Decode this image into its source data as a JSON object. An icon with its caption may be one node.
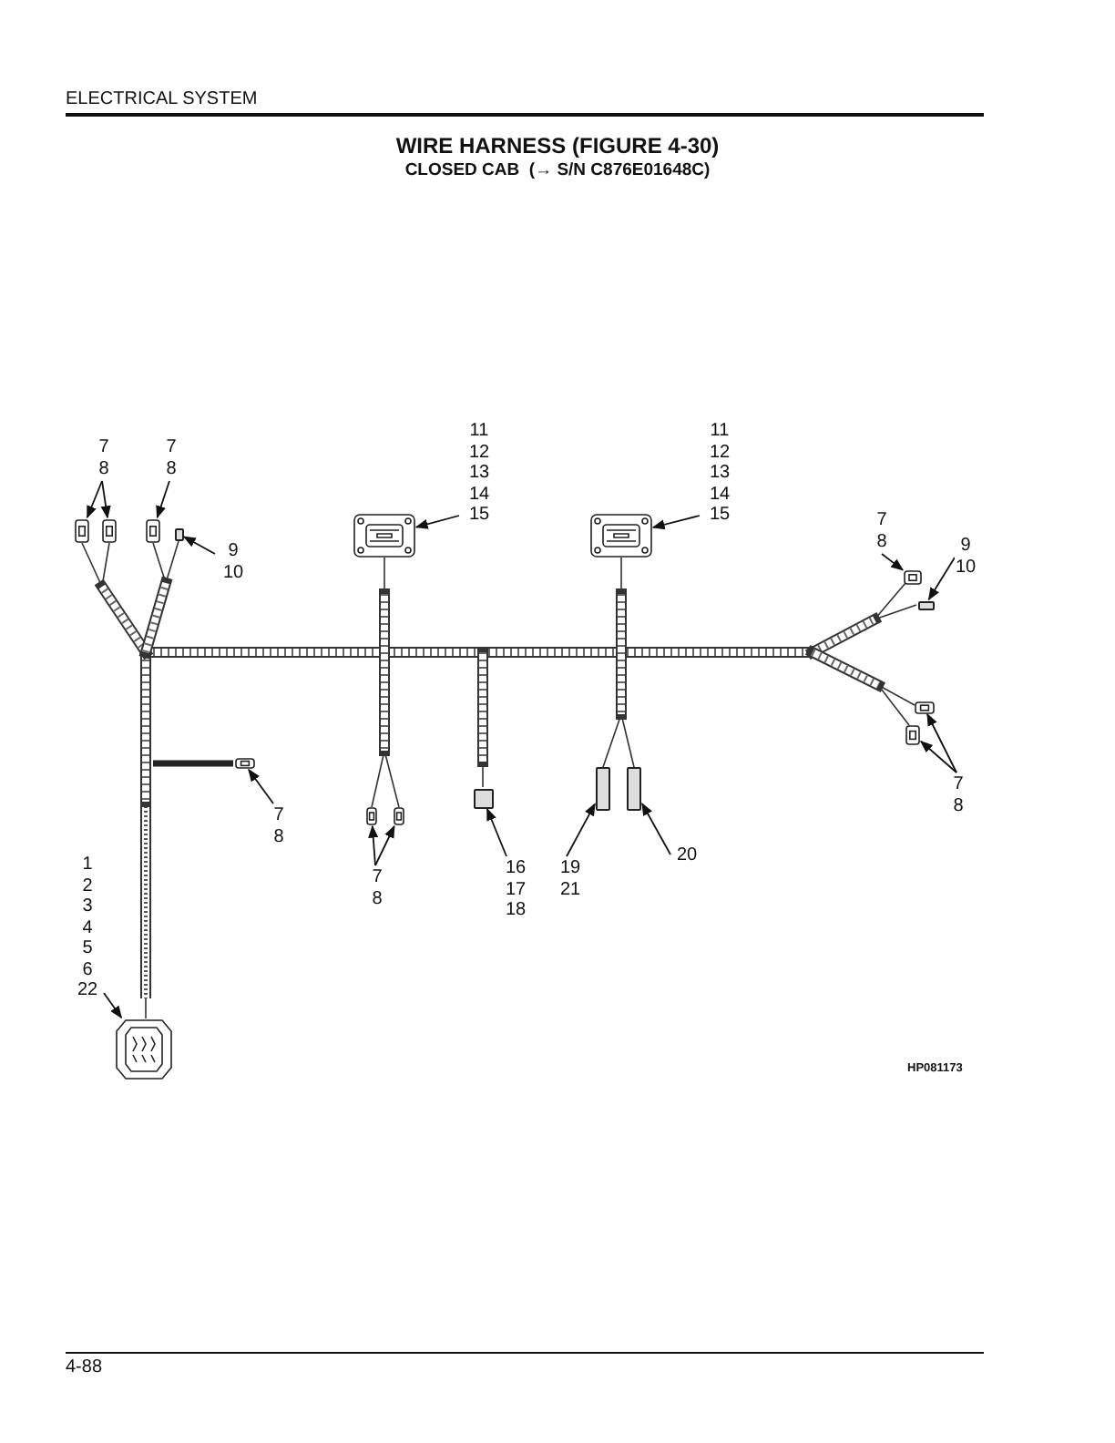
{
  "diagram": {
    "title": "WIRE HARNESS (FIGURE 4-30)",
    "nodes": [
      {
        "text": [
          "7",
          "8"
        ]
      },
      {
        "text": [
          "7",
          "8"
        ]
      },
      {
        "text": [
          "9",
          "10"
        ]
      },
      {
        "text": [
          "11",
          "12",
          "13",
          "14",
          "15"
        ]
      },
      {
        "text": [
          "11",
          "12",
          "13",
          "14",
          "15"
        ]
      },
      {
        "text": [
          "7",
          "8"
        ]
      },
      {
        "text": [
          "9",
          "10"
        ]
      },
      {
        "text": [
          "7",
          "8"
        ]
      },
      {
        "text": [
          "7",
          "8"
        ]
      },
      {
        "text": [
          "7",
          "8"
        ]
      },
      {
        "text": [
          "16",
          "17",
          "18"
        ]
      },
      {
        "text": [
          "19",
          "21"
        ]
      },
      {
        "text": [
          "20"
        ]
      },
      {
        "text": [
          "1",
          "2",
          "3",
          "4",
          "5",
          "6",
          "22"
        ]
      },
      {
        "text": [],
        "shape": "picture"
      },
      {
        "text": [],
        "shape": "picture"
      },
      {
        "text": [],
        "shape": "picture"
      },
      {
        "text": [],
        "shape": "box"
      },
      {
        "text": [],
        "shape": "picture"
      },
      {
        "text": [],
        "shape": "picture"
      },
      {
        "text": [],
        "shape": "picture"
      },
      {
        "text": [],
        "shape": "box"
      },
      {
        "text": [],
        "shape": "picture"
      },
      {
        "text": [],
        "shape": "picture"
      },
      {
        "text": [],
        "shape": "picture"
      },
      {
        "text": [],
        "shape": "picture"
      },
      {
        "text": [],
        "shape": "picture"
      },
      {
        "text": [],
        "shape": "box"
      },
      {
        "text": [],
        "shape": "box"
      },
      {
        "text": [],
        "shape": "box"
      },
      {
        "text": [],
        "shape": "picture"
      }
    ],
    "edges": [
      {
        "from": 0,
        "to": 14,
        "arrow": "to"
      },
      {
        "from": 0,
        "to": 15,
        "arrow": "to"
      },
      {
        "from": 1,
        "to": 16,
        "arrow": "to"
      },
      {
        "from": 2,
        "to": 17,
        "arrow": "to"
      },
      {
        "from": 3,
        "to": 18,
        "arrow": "to"
      },
      {
        "from": 4,
        "to": 19,
        "arrow": "to"
      },
      {
        "from": 5,
        "to": 20,
        "arrow": "to"
      },
      {
        "from": 6,
        "to": 21,
        "arrow": "to"
      },
      {
        "from": 7,
        "to": 22,
        "arrow": "to"
      },
      {
        "from": 7,
        "to": 23,
        "arrow": "to"
      },
      {
        "from": 8,
        "to": 24,
        "arrow": "to"
      },
      {
        "from": 9,
        "to": 25,
        "arrow": "to"
      },
      {
        "from": 9,
        "to": 26,
        "arrow": "to"
      },
      {
        "from": 10,
        "to": 27,
        "arrow": "to"
      },
      {
        "from": 11,
        "to": 28,
        "arrow": "to"
      },
      {
        "from": 12,
        "to": 29,
        "arrow": "to"
      },
      {
        "from": 13,
        "to": 30,
        "arrow": "to"
      }
    ],
    "labels": [
      "ELECTRICAL SYSTEM",
      "CLOSED CAB  (→ S/N C876E01648C)",
      "HP081173",
      "4-88"
    ]
  }
}
